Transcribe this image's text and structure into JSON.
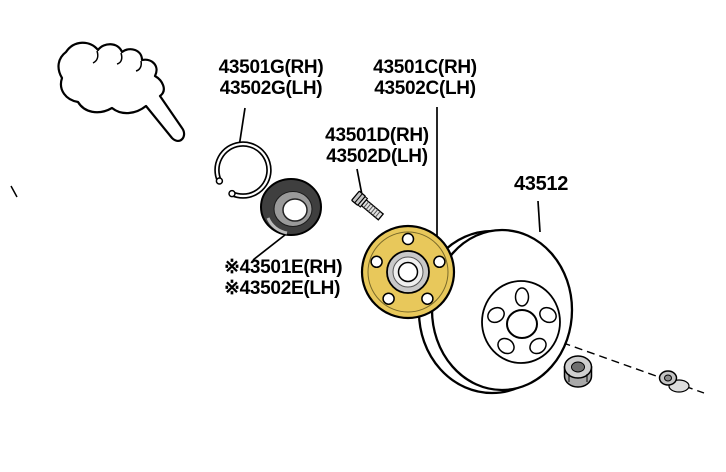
{
  "diagram": {
    "description": "Front axle hub and brake disc exploded parts diagram",
    "labels": {
      "snap_ring_rh": "43501G(RH)",
      "snap_ring_lh": "43502G(LH)",
      "hub_rh": "43501C(RH)",
      "hub_lh": "43502C(LH)",
      "hub_bolt_rh": "43501D(RH)",
      "hub_bolt_lh": "43502D(LH)",
      "disc": "43512",
      "bearing_rh": "※43501E(RH)",
      "bearing_lh": "※43502E(LH)"
    },
    "colors": {
      "hub_fill": "#e8c85b",
      "bearing_dark": "#3f3f3f",
      "metal": "#c9c9c9",
      "line": "#000000",
      "background": "#ffffff"
    }
  }
}
